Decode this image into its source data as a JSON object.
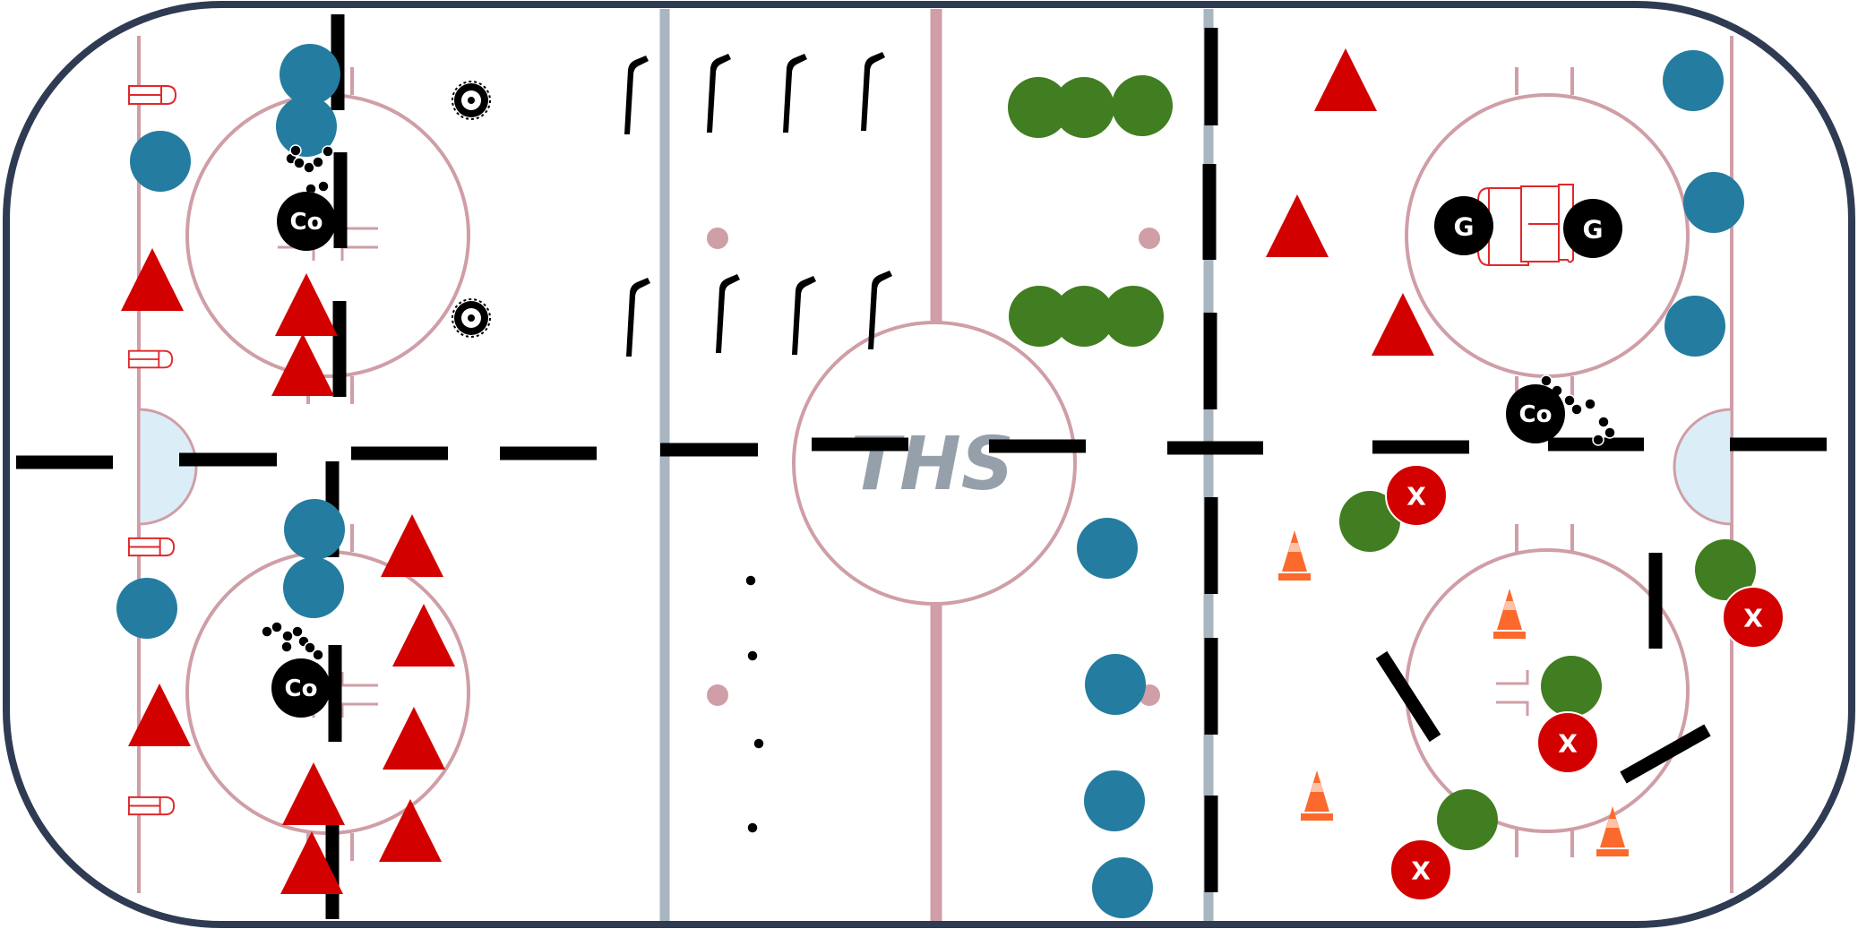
{
  "center_logo": "THS",
  "coach_label": "Co",
  "goalie_label": "G",
  "x_label": "X",
  "colors": {
    "boards": "#2f3b52",
    "rink_lines": "#cf9ea6",
    "blue_line": "#a9b5bf",
    "crease": "#dbeef7",
    "blue_player": "#247ca0",
    "green_player": "#417d21",
    "red_triangle": "#d30000",
    "red_x": "#d30000",
    "cone": "#fb6a2c",
    "black": "#000000",
    "mini_net": "#e0282a"
  },
  "icons": [
    "hockey-stick-icon",
    "tire-icon",
    "mini-net-icon",
    "cone-icon",
    "puck-icon",
    "player-marker-icon"
  ]
}
